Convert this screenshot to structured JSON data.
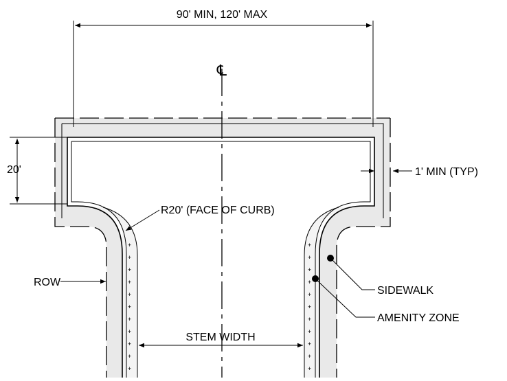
{
  "drawing": {
    "top_dimension": "90' MIN, 120' MAX",
    "centerline_symbol": "℄",
    "depth_dimension": "20'",
    "buffer_note": "1' MIN (TYP)",
    "radius_note": "R20' (FACE OF CURB)",
    "row_label": "ROW",
    "sidewalk_label": "SIDEWALK",
    "amenity_label": "AMENITY ZONE",
    "stem_width_label": "STEM WIDTH"
  }
}
